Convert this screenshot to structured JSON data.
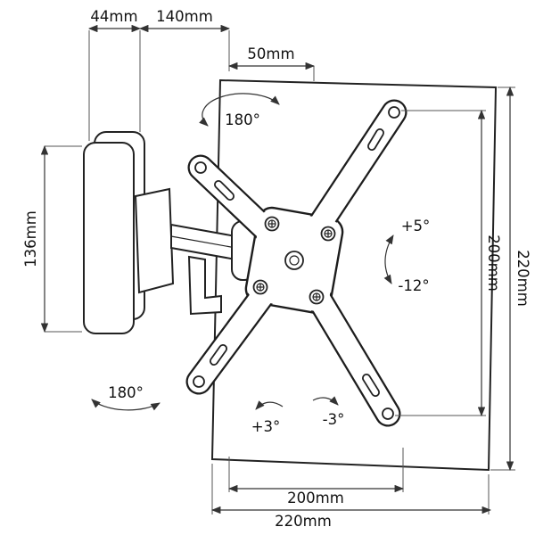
{
  "page": {
    "background": "#ffffff"
  },
  "diagram": {
    "title": "articulating-tv-wall-mount-dimension-drawing",
    "colors": {
      "line": "#222222",
      "dimension": "#333333",
      "text": "#111111",
      "background": "#ffffff"
    },
    "labels": {
      "dim_wall_depth": "44mm",
      "dim_arm_extension": "140mm",
      "dim_plate_gap": "50mm",
      "dim_wall_plate_height": "136mm",
      "dim_vesa_height": "200mm",
      "dim_frame_height": "220mm",
      "dim_vesa_width": "200mm",
      "dim_frame_width": "220mm",
      "angle_swivel_top": "180°",
      "angle_swivel_bottom": "180°",
      "angle_tilt_up": "+5°",
      "angle_tilt_down": "-12°",
      "angle_rotate_plus": "+3°",
      "angle_rotate_minus": "-3°"
    }
  }
}
